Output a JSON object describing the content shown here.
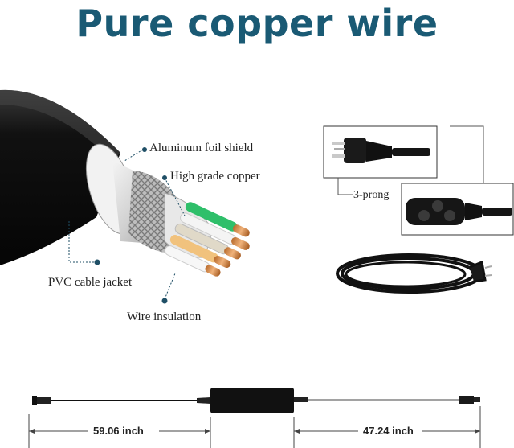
{
  "title": "Pure copper wire",
  "labels": {
    "aluminum_foil_shield": "Aluminum foil shield",
    "high_grade_copper": "High grade copper",
    "pvc_cable_jacket": "PVC cable jacket",
    "wire_insulation": "Wire insulation",
    "three_prong": "3-prong"
  },
  "dimensions": {
    "left_length": "59.06 inch",
    "right_length": "47.24 inch"
  },
  "colors": {
    "title": "#1a5a74",
    "jacket": "#111111",
    "leader": "#1f4f66"
  }
}
